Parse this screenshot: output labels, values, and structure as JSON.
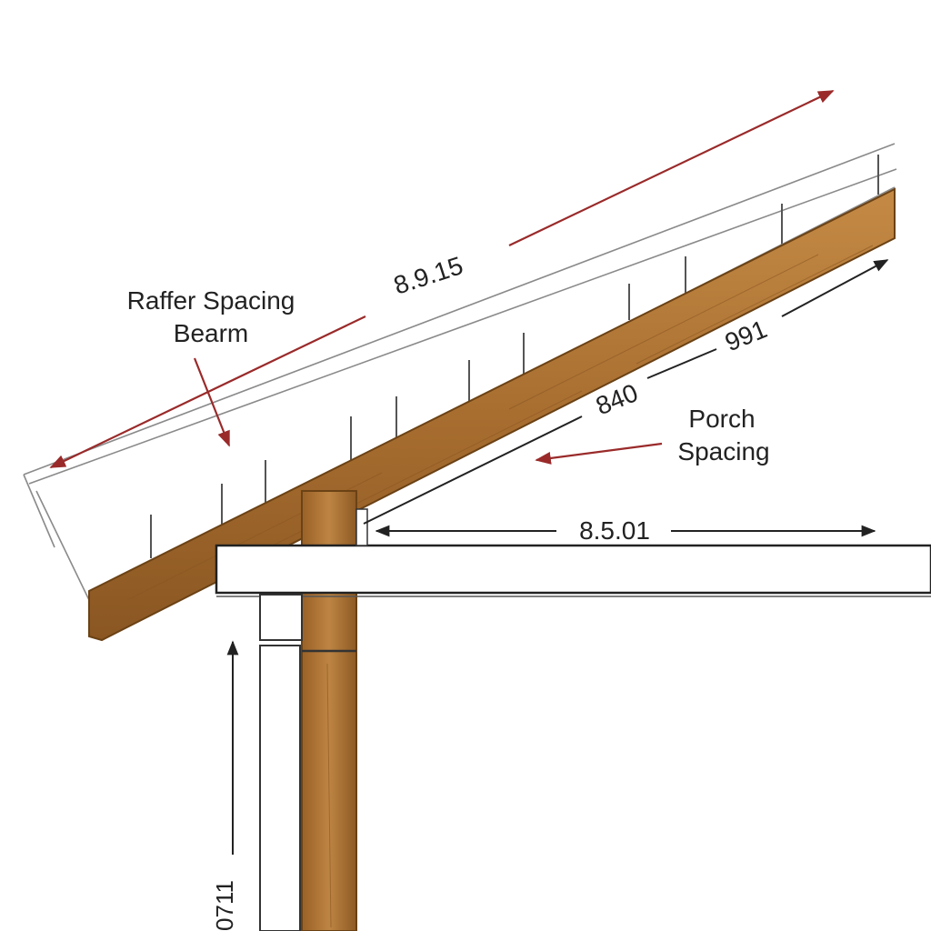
{
  "labels": {
    "rafter_spacing": "Raffer Spacing",
    "beam": "Bearm",
    "porch": "Porch",
    "spacing": "Spacing"
  },
  "dimensions": {
    "top_span": "8.9.15",
    "rafter_991": "991",
    "rafter_840": "840",
    "horizontal": "8.5.01",
    "vertical": "0711"
  },
  "colors": {
    "wood": "#b07a3a",
    "wood_dark": "#7a4f1c",
    "annotation_arrow": "#9a2a2a",
    "dimension_line": "#222222",
    "outline": "#333333"
  }
}
